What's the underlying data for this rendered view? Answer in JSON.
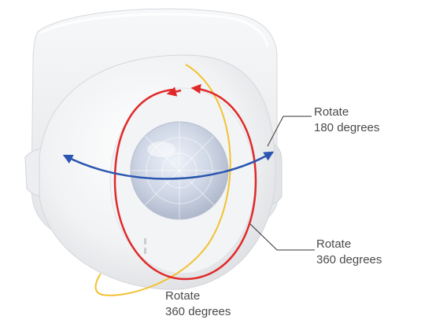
{
  "labels": {
    "rotate_180": {
      "line1": "Rotate",
      "line2": "180 degrees"
    },
    "rotate_360_right": {
      "line1": "Rotate",
      "line2": "360 degrees"
    },
    "rotate_360_bottom": {
      "line1": "Rotate",
      "line2": "360 degrees"
    }
  },
  "colors": {
    "arrow_horizontal": "#2a55b0",
    "arrow_vertical_ring": "#e02a2a",
    "arrow_tilt": "#f2c232",
    "leader_line": "#333333",
    "label_text": "#4a4a4a"
  }
}
